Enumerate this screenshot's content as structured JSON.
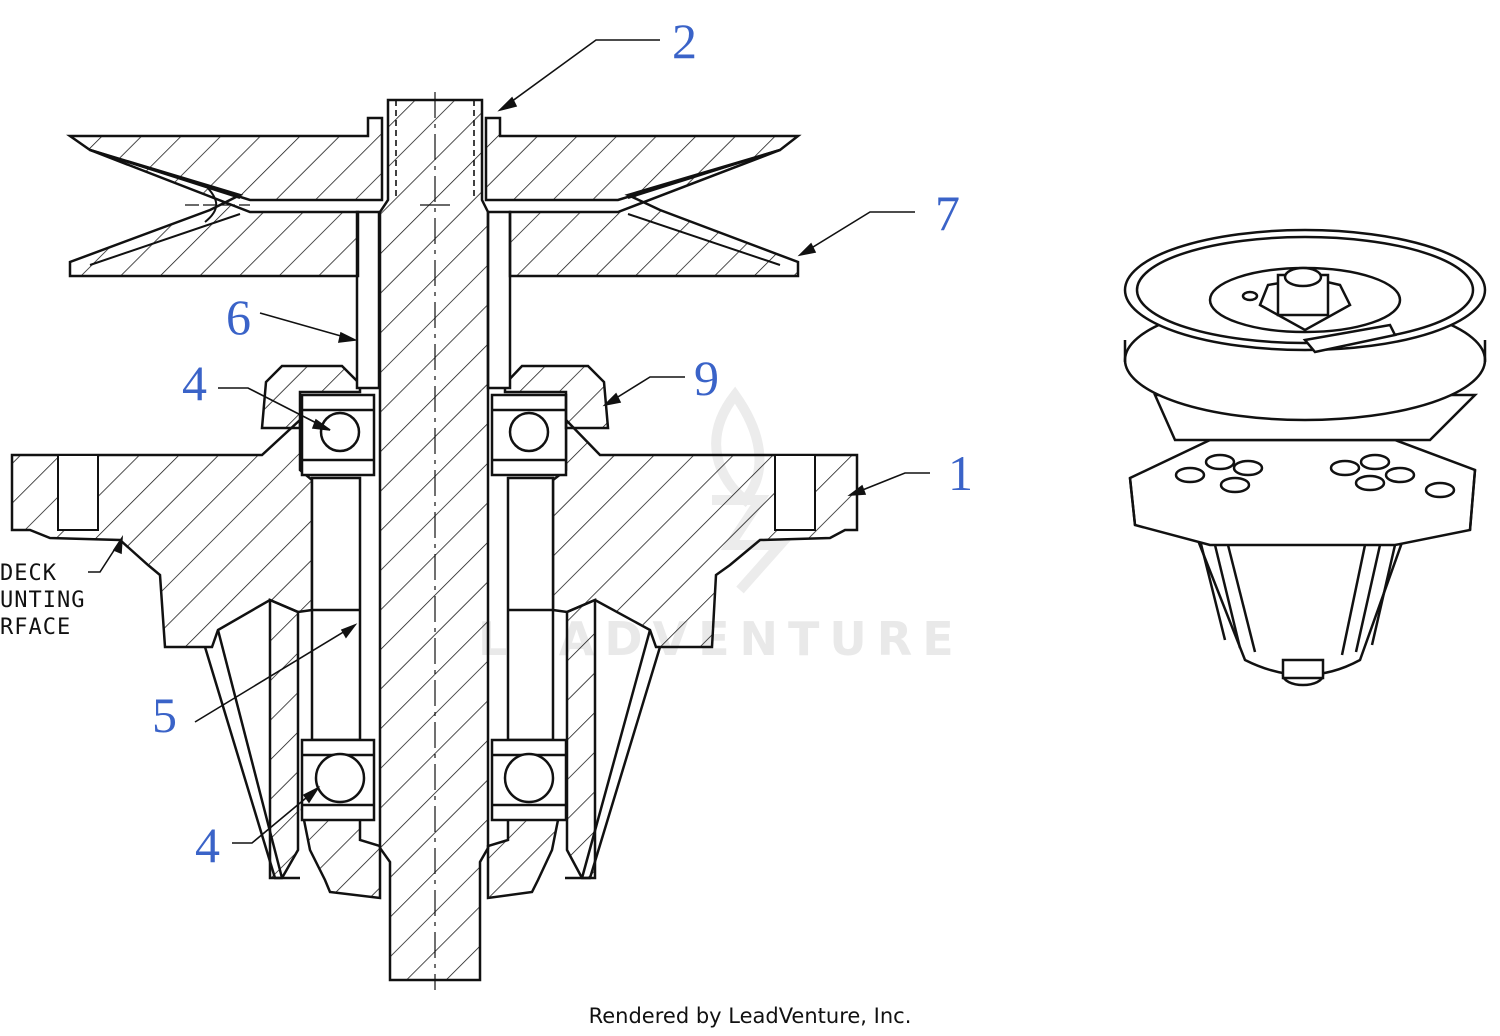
{
  "diagram": {
    "callouts": {
      "c1": "1",
      "c2": "2",
      "c4_upper": "4",
      "c4_lower": "4",
      "c5": "5",
      "c6": "6",
      "c7": "7",
      "c9": "9"
    },
    "deck_label": {
      "line1": "DECK",
      "line2": "UNTING",
      "line3": "RFACE"
    },
    "watermark": "LEADVENTURE",
    "credit": "Rendered by LeadVenture, Inc.",
    "colors": {
      "callout": "#3a63c8",
      "line": "#111111",
      "watermark": "#e9e9e9"
    }
  }
}
